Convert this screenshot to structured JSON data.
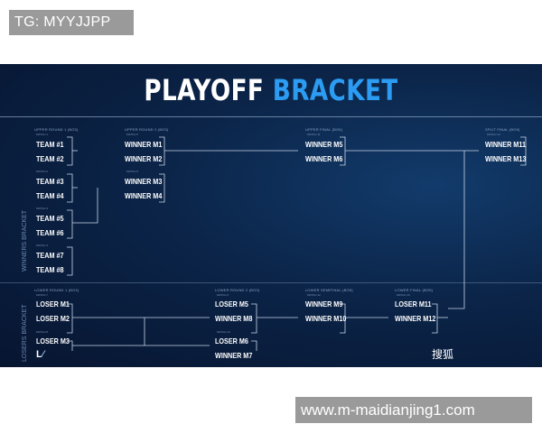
{
  "watermark_top": "TG: MYYJJPP",
  "watermark_bottom": "www.m-maidianjing1.com",
  "title": {
    "part1": "PLAYOFF",
    "part2": "BRACKET"
  },
  "side_labels": {
    "upper": "WINNERS BRACKET",
    "lower": "LOSERS BRACKET"
  },
  "sohu_mark": "搜狐",
  "rounds": {
    "upper1": "UPPER ROUND 1 (BO3)",
    "upper2": "UPPER ROUND 2 (BO3)",
    "upper_final": "UPPER FINAL (BO5)",
    "split_final": "SPLIT FINAL (BO5)",
    "lower1": "LOWER ROUND 1 (BO3)",
    "lower2": "LOWER ROUND 2 (BO3)",
    "lower_semi": "LOWER SEMIFINAL (BO5)",
    "lower_final": "LOWER FINAL (BO5)"
  },
  "matches": {
    "m1": "MATCH 1",
    "m2": "MATCH 2",
    "m3": "MATCH 3",
    "m4": "MATCH 4",
    "m5": "MATCH 5",
    "m6": "MATCH 6",
    "m7": "MATCH 7",
    "m8": "MATCH 8",
    "m9": "MATCH 9",
    "m10": "MATCH 10",
    "m11": "MATCH 11",
    "m12": "MATCH 12",
    "m13": "MATCH 13",
    "m14": "MATCH 14"
  },
  "upper_r1": [
    "TEAM #1",
    "TEAM #2",
    "TEAM #3",
    "TEAM #4",
    "TEAM #5",
    "TEAM #6",
    "TEAM #7",
    "TEAM #8"
  ],
  "upper_r2": [
    "WINNER M1",
    "WINNER M2",
    "WINNER M3",
    "WINNER M4"
  ],
  "upper_final": [
    "WINNER M5",
    "WINNER M6"
  ],
  "split_final": [
    "WINNER M11",
    "WINNER M13"
  ],
  "lower_r1": [
    "LOSER M1",
    "LOSER M2",
    "LOSER M3"
  ],
  "lower_r2": [
    "LOSER M5",
    "WINNER M8",
    "LOSER M6",
    "WINNER M7"
  ],
  "lower_semi": [
    "WINNER M9",
    "WINNER M10"
  ],
  "lower_final": [
    "LOSER M11",
    "WINNER M12"
  ]
}
